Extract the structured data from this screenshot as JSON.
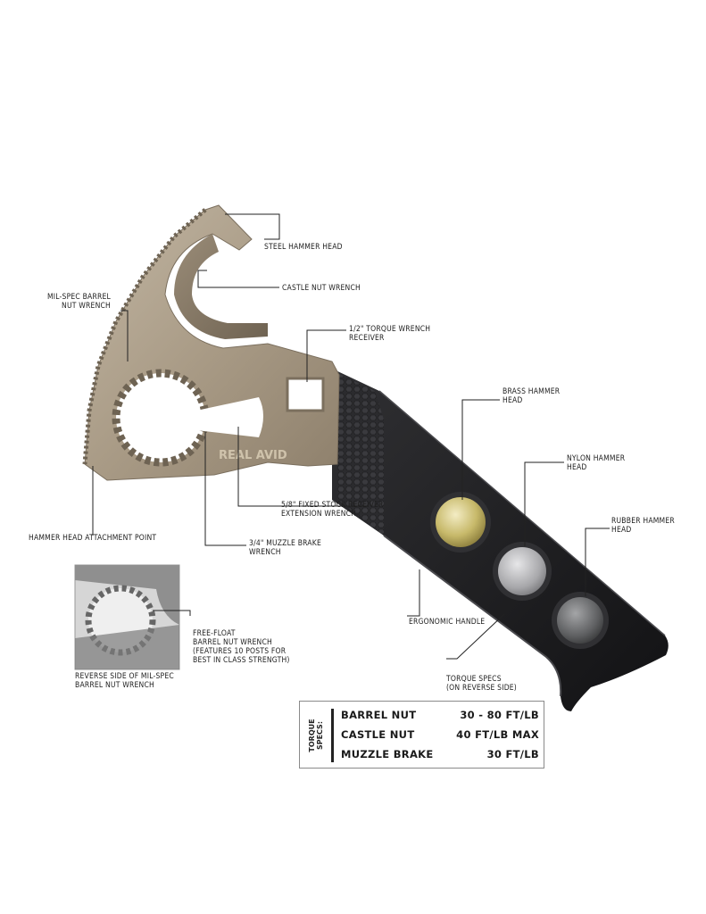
{
  "brand": "REAL AVID",
  "callouts": {
    "steel_hammer_head": [
      "STEEL HAMMER HEAD"
    ],
    "castle_nut_wrench": [
      "CASTLE NUT WRENCH"
    ],
    "mil_spec_barrel_nut_wrench": [
      "MIL-SPEC BARREL",
      "NUT WRENCH"
    ],
    "torque_wrench_receiver": [
      "1/2\" TORQUE WRENCH",
      "RECEIVER"
    ],
    "brass_hammer_head": [
      "BRASS HAMMER",
      "HEAD"
    ],
    "nylon_hammer_head": [
      "NYLON HAMMER",
      "HEAD"
    ],
    "rubber_hammer_head": [
      "RUBBER HAMMER",
      "HEAD"
    ],
    "stock_receiver_wrench": [
      "5/8\" FIXED STOCK RECEIVER",
      "EXTENSION WRENCH"
    ],
    "hammer_head_attachment": [
      "HAMMER HEAD ATTACHMENT POINT"
    ],
    "muzzle_brake_wrench": [
      "3/4\" MUZZLE BRAKE",
      "WRENCH"
    ],
    "free_float": [
      "FREE-FLOAT",
      "BARREL NUT WRENCH",
      "(FEATURES 10 POSTS FOR",
      "BEST IN CLASS STRENGTH)"
    ],
    "reverse_side": [
      "REVERSE SIDE OF MIL-SPEC",
      "BARREL NUT WRENCH"
    ],
    "ergonomic_handle": [
      "ERGONOMIC HANDLE"
    ],
    "torque_specs": [
      "TORQUE SPECS",
      "(ON REVERSE SIDE)"
    ]
  },
  "specs_box": {
    "side_title": [
      "TORQUE",
      "SPECS:"
    ],
    "rows": [
      {
        "name": "BARREL NUT",
        "value": "30 - 80 FT/LB"
      },
      {
        "name": "CASTLE NUT",
        "value": "40 FT/LB MAX"
      },
      {
        "name": "MUZZLE BRAKE",
        "value": "30 FT/LB"
      }
    ]
  },
  "colors": {
    "tan_metal": "#a89a86",
    "handle_black": "#1d1d1f",
    "brass": "#c7b96a",
    "nylon": "#a7a7aa",
    "rubber": "#5e5f61"
  }
}
